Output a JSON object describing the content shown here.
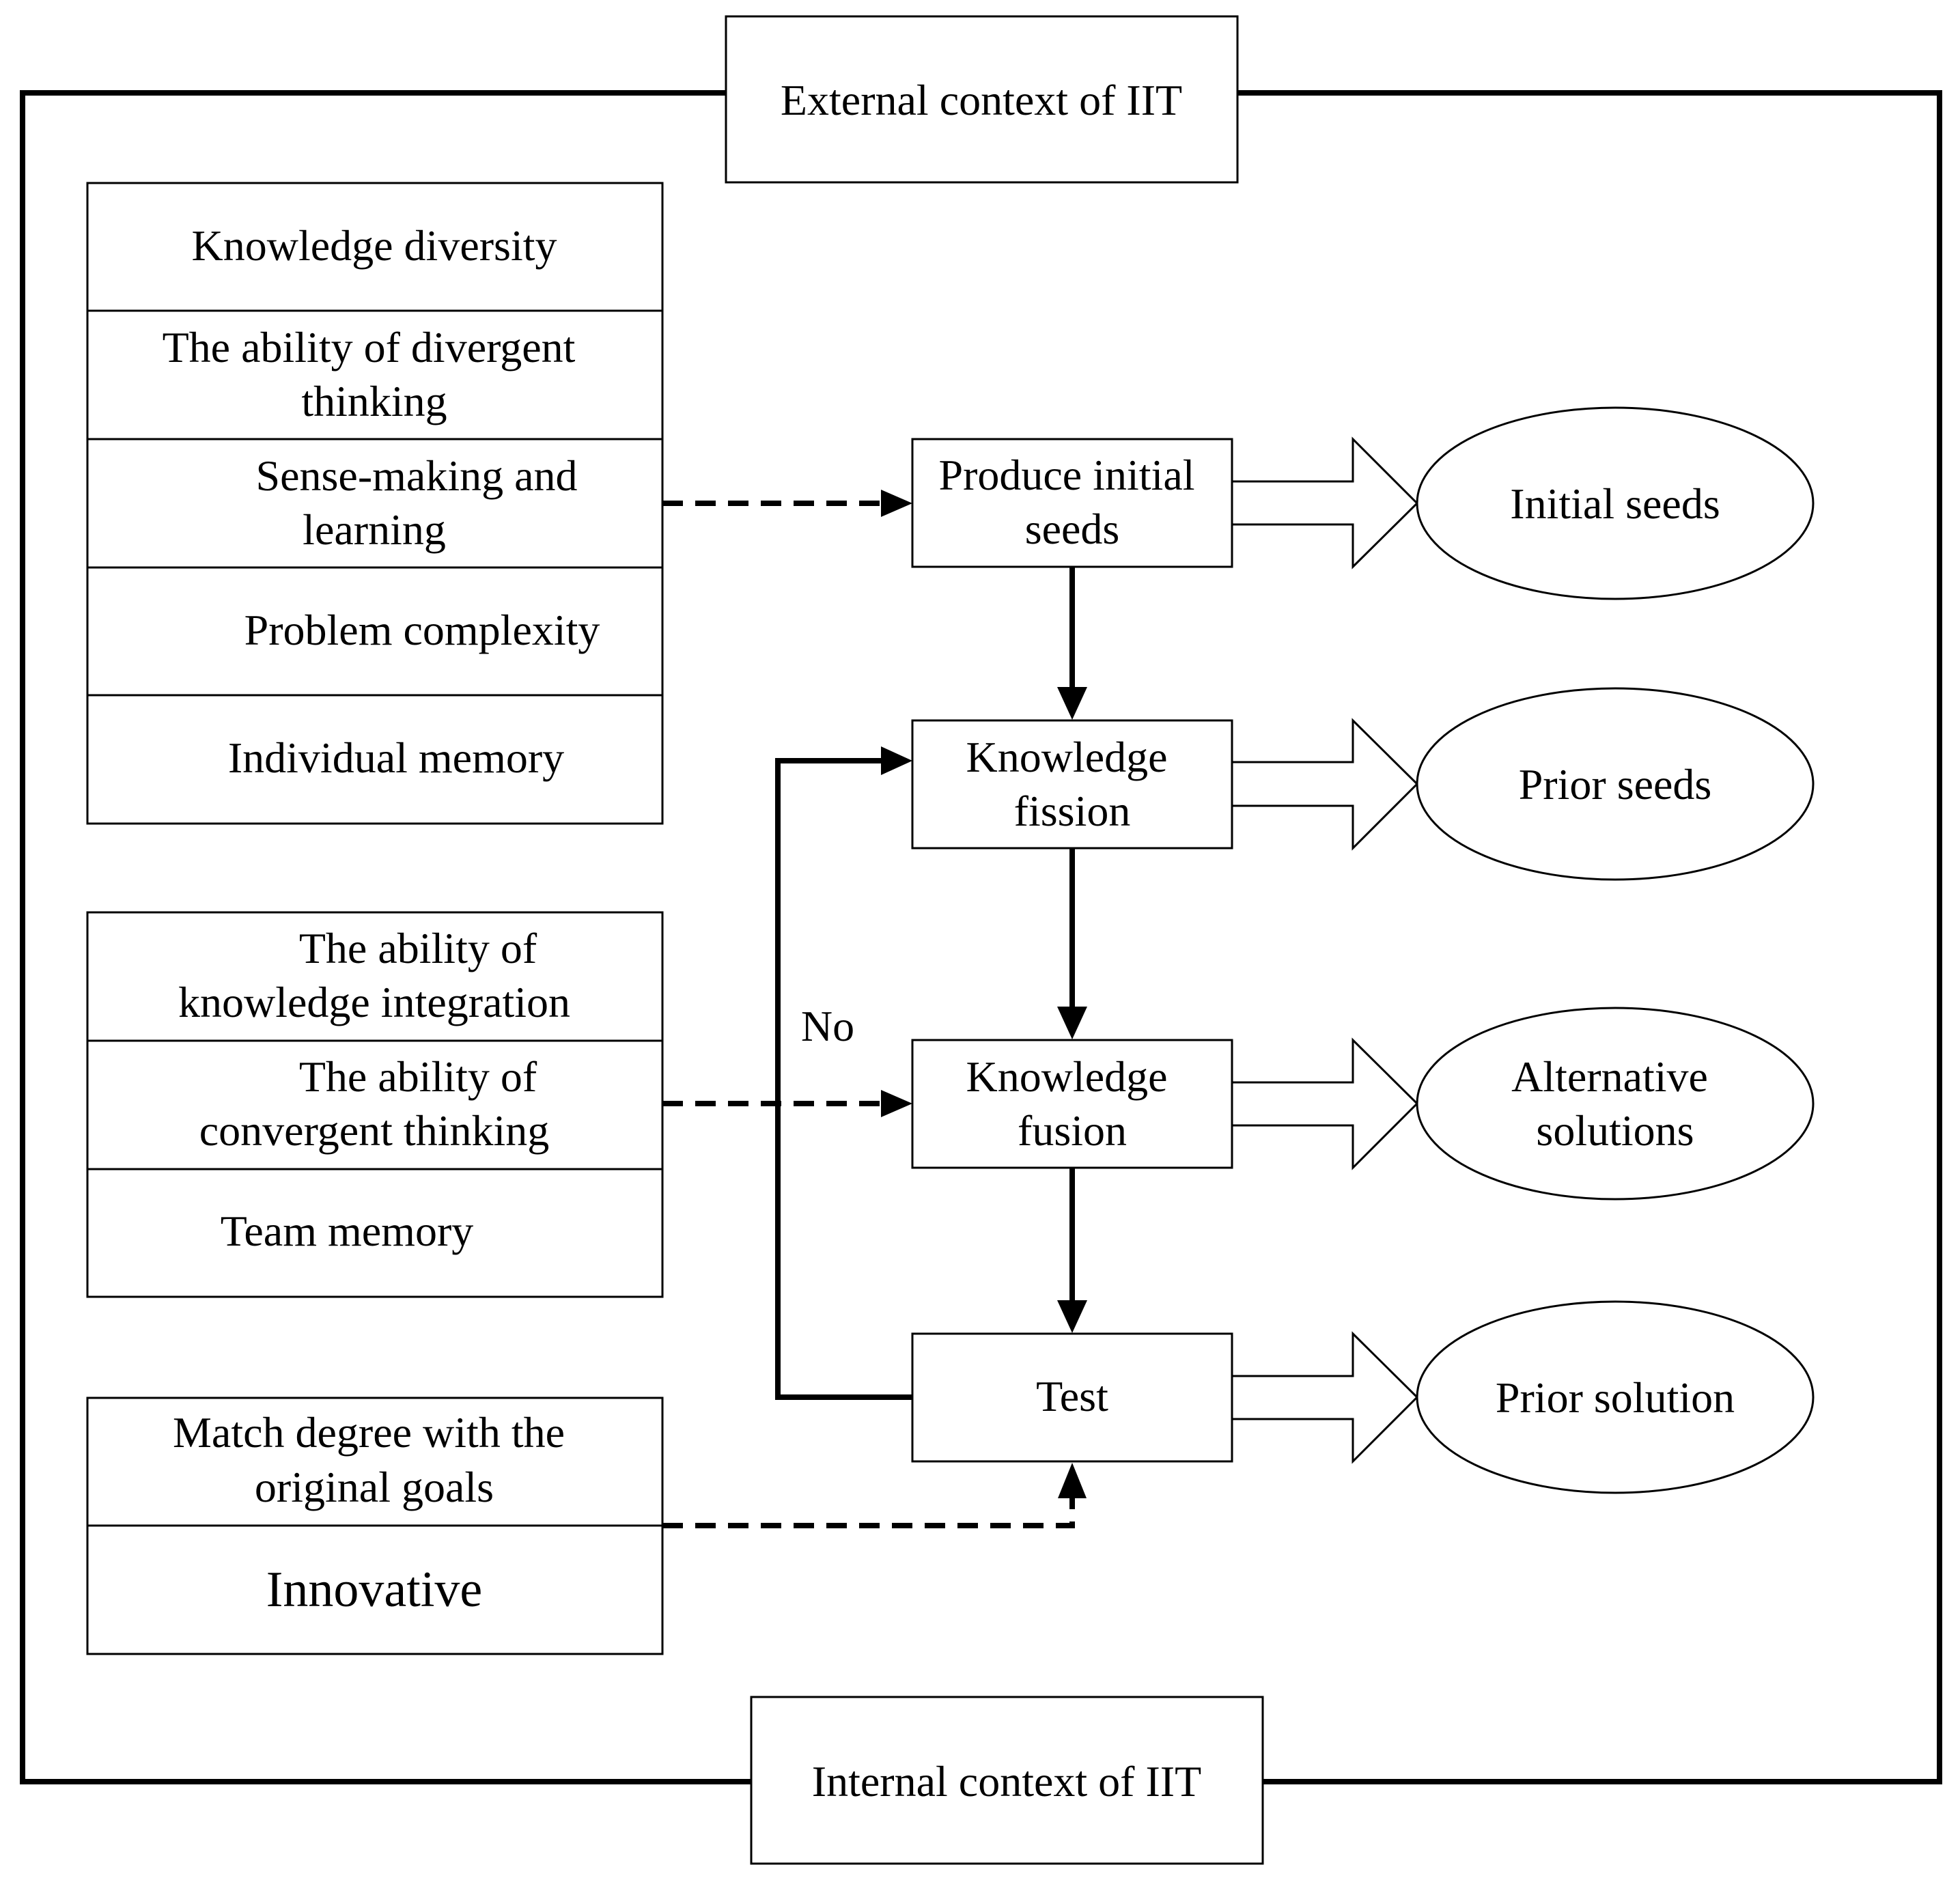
{
  "context": {
    "external": "External context of IIT",
    "internal": "Internal context of IIT"
  },
  "factor_groups": [
    {
      "items": [
        {
          "lines": [
            "Knowledge diversity"
          ]
        },
        {
          "lines": [
            "The ability of divergent",
            "thinking"
          ]
        },
        {
          "lines": [
            "Sense-making and",
            "learning"
          ]
        },
        {
          "lines": [
            "Problem complexity"
          ]
        },
        {
          "lines": [
            "Individual memory"
          ]
        }
      ]
    },
    {
      "items": [
        {
          "lines": [
            "The ability of",
            "knowledge integration"
          ]
        },
        {
          "lines": [
            "The ability of",
            "convergent thinking"
          ]
        },
        {
          "lines": [
            "Team memory"
          ]
        }
      ]
    },
    {
      "items": [
        {
          "lines": [
            "Match degree with the",
            "original goals"
          ]
        },
        {
          "lines": [
            "Innovative"
          ]
        }
      ]
    }
  ],
  "process_steps": [
    {
      "lines": [
        "Produce initial",
        "seeds"
      ]
    },
    {
      "lines": [
        "Knowledge",
        "fission"
      ]
    },
    {
      "lines": [
        "Knowledge",
        "fusion"
      ]
    },
    {
      "lines": [
        "Test"
      ]
    }
  ],
  "outputs": [
    {
      "lines": [
        "Initial seeds"
      ]
    },
    {
      "lines": [
        "Prior seeds"
      ]
    },
    {
      "lines": [
        "Alternative",
        "solutions"
      ]
    },
    {
      "lines": [
        "Prior solution"
      ]
    }
  ],
  "loop_label": "No"
}
